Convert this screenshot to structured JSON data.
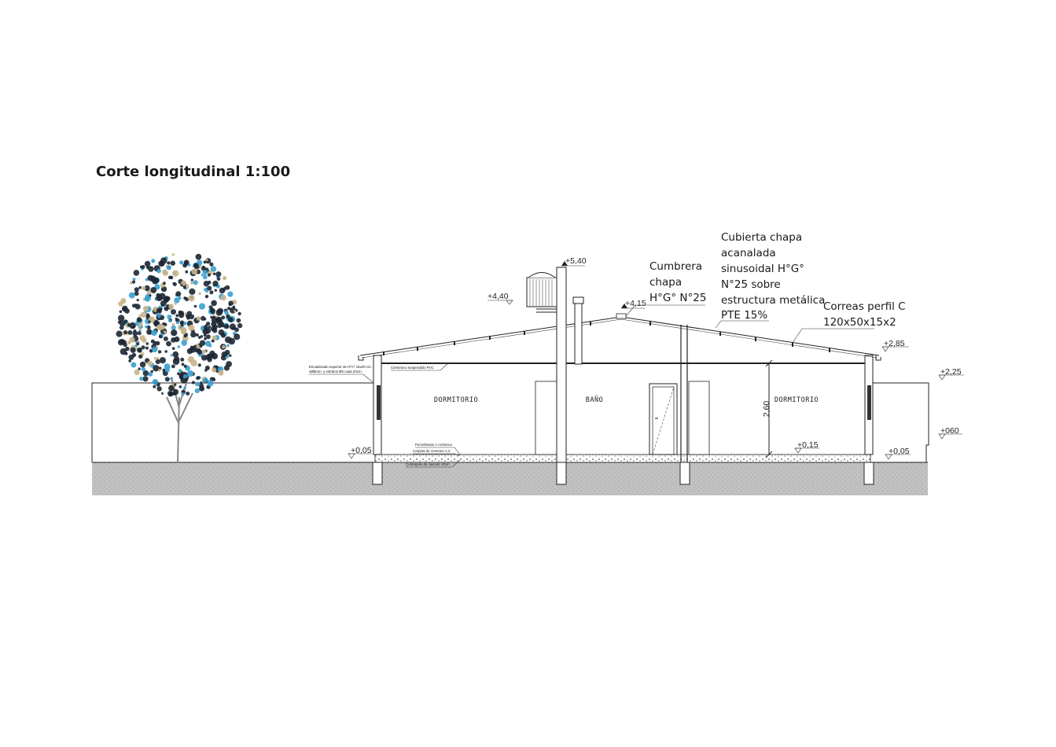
{
  "drawing": {
    "title": "Corte longitudinal 1:100",
    "levels": [
      "+5,40",
      "+4,40",
      "+4,15",
      "+2,85",
      "+2,25",
      "+060",
      "+0,05",
      "+0,15",
      "+0,05"
    ],
    "rooms": [
      "DORMITORIO",
      "BAÑO",
      "DORMITORIO"
    ],
    "dimension": "2,60",
    "annotations": {
      "cumbrera": [
        "Cumbrera",
        "chapa",
        "H°G° N°25"
      ],
      "cubierta": [
        "Cubierta chapa",
        "acanalada",
        "sinusoidal H°G°",
        "N°25 sobre",
        "estructura metálica",
        "PTE 15%"
      ],
      "correas": [
        "Correas perfil C",
        "120x50x15x2"
      ]
    },
    "small_notes": {
      "encadenado": [
        "Encadenado superior de HºAº 15x20 cm.",
        "4Ø8mm. y estribos Ø6 cada 20cm."
      ],
      "cielorraso": "Cielorraso Suspendido PVC",
      "floor": [
        "Porcellanato o ceràmico",
        "Carpeta de cemento 1:3",
        "Contrapiso de cascote 10cm"
      ]
    },
    "colors": {
      "line": "#222222",
      "ground": "#bdbdbd",
      "tree_dark": "#1c2733",
      "tree_blue": "#3aa0d0",
      "tree_tan": "#c8b48a"
    }
  }
}
